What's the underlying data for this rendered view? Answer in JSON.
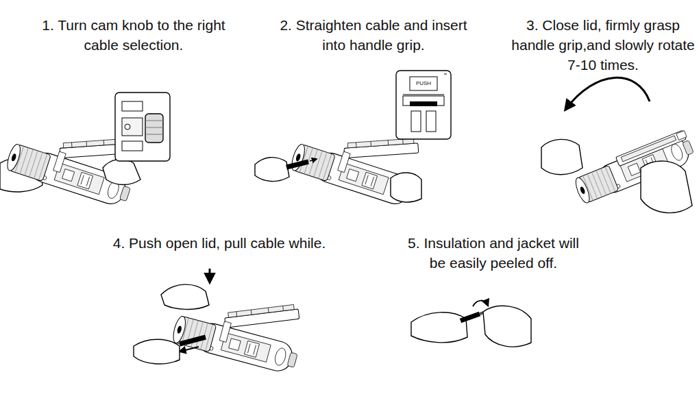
{
  "diagram": {
    "labels": [
      "1. Turn cam knob to the right cable selection.",
      "2. Straighten cable and insert into handle grip.",
      "3. Close lid, firmly grasp handle grip,and slowly rotate 7-10 times.",
      "4. Push open lid, pull cable while.",
      "5. Insulation and jacket will be easily peeled off.",
      "PUSH"
    ]
  }
}
